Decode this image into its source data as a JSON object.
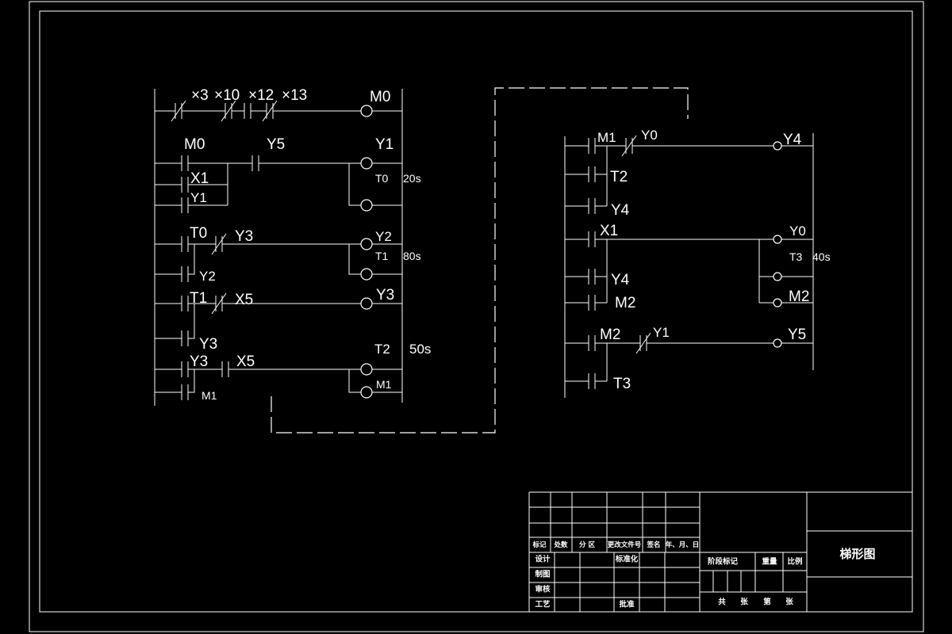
{
  "colors": {
    "background": "#000000",
    "line": "#ffffff"
  },
  "left_ladder": {
    "rung_1": {
      "contacts": [
        "×3",
        "×10",
        "×12",
        "×13"
      ],
      "coil": "M0"
    },
    "rung_2": {
      "contacts": [
        "M0",
        "Y5"
      ],
      "parallel_contacts": [
        "X1",
        "Y1"
      ],
      "coil": "Y1",
      "timer": "T0",
      "timer_setting": "20s"
    },
    "rung_3": {
      "contacts": [
        "T0",
        "Y3"
      ],
      "parallel_contact": "Y2",
      "coil": "Y2",
      "timer": "T1",
      "timer_setting": "80s"
    },
    "rung_4": {
      "contacts": [
        "T1",
        "X5"
      ],
      "parallel_contact": "Y3",
      "coil": "Y3"
    },
    "rung_5": {
      "contacts": [
        "Y3",
        "X5"
      ],
      "parallel_contact": "M1",
      "timer": "T2",
      "timer_setting": "50s",
      "coil": "M1"
    }
  },
  "right_ladder": {
    "rung_1": {
      "contacts": [
        "M1",
        "Y0"
      ],
      "parallel_contacts": [
        "T2",
        "Y4"
      ],
      "coil": "Y4"
    },
    "rung_2": {
      "contacts": [
        "X1"
      ],
      "parallel_contacts": [
        "Y4",
        "M2"
      ],
      "coil": "Y0",
      "timer": "T3",
      "timer_setting": "40s",
      "coil_2": "M2"
    },
    "rung_3": {
      "contacts": [
        "M2",
        "Y1"
      ],
      "parallel_contact": "T3",
      "coil": "Y5"
    }
  },
  "title_block": {
    "revision_header": [
      "标记",
      "处数",
      "分 区",
      "更改文件号",
      "签名",
      "年、月、日"
    ],
    "signature_rows": {
      "design": "设计",
      "standardization": "标准化",
      "drafting": "制图",
      "review": "审核",
      "process": "工艺",
      "approval": "批准"
    },
    "stage_mark": "阶段标记",
    "weight": "重量",
    "scale": "比例",
    "sheet_count": [
      "共",
      "张",
      "第",
      "张"
    ],
    "drawing_name": "梯形图"
  }
}
